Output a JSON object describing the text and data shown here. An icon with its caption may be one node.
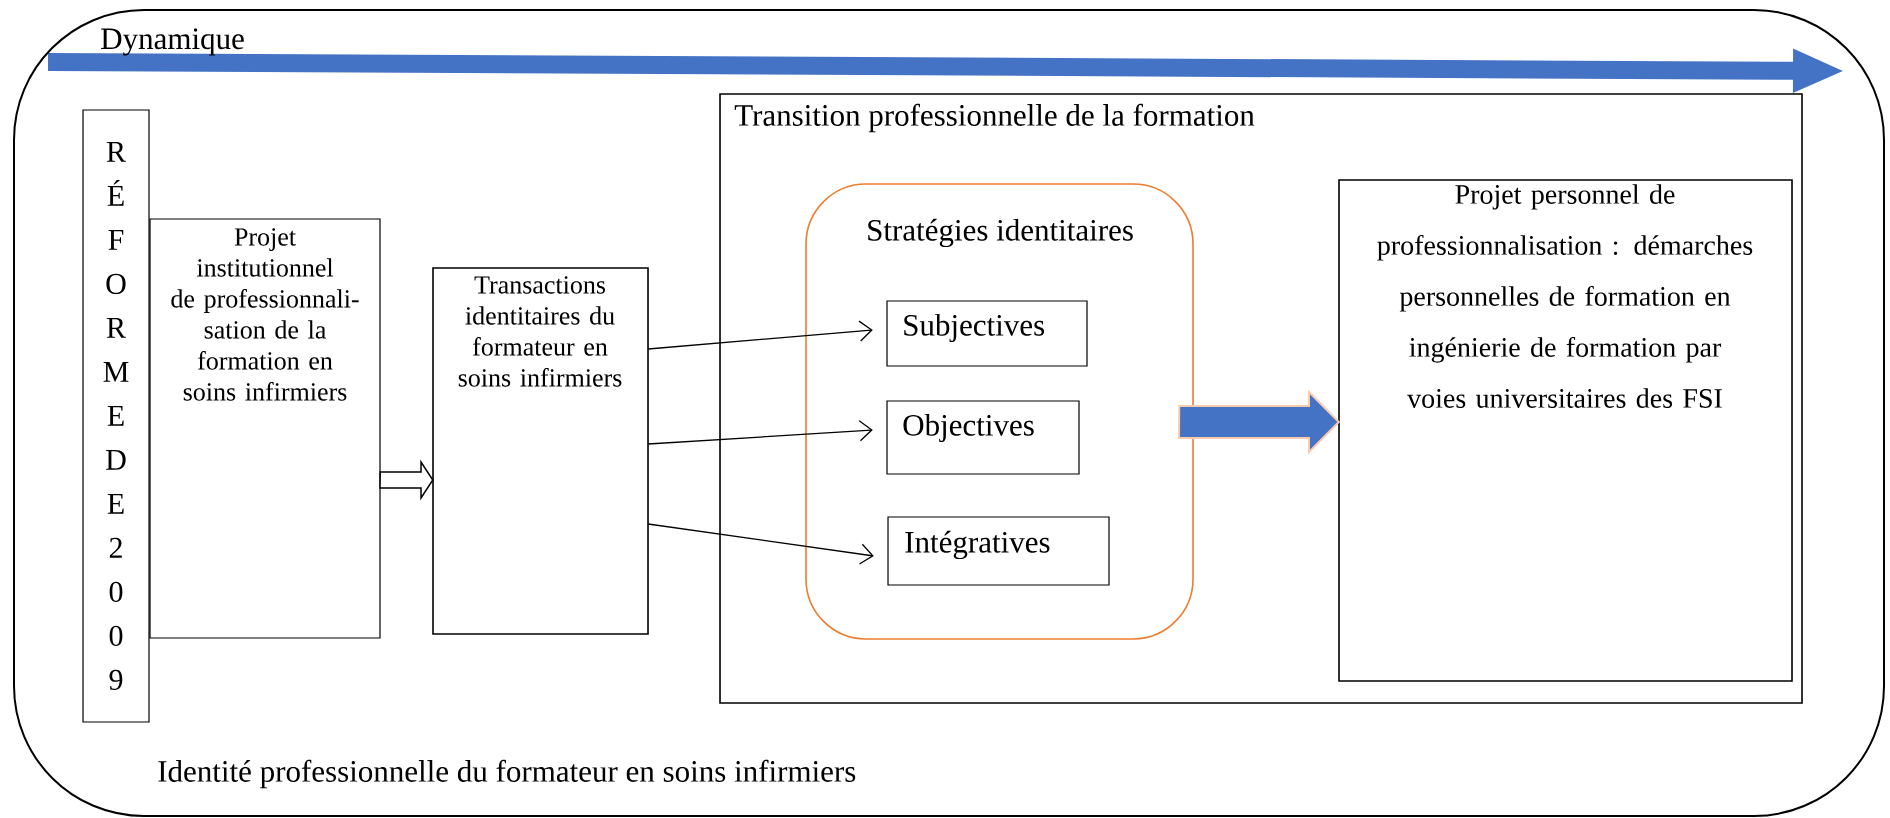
{
  "diagram": {
    "nodes": [
      {
        "text": [
          "Identité professionnelle du formateur en soins infirmiers"
        ]
      },
      {
        "text": [
          "R É F O R M E D E 2 0 0 9"
        ],
        "in": 0
      },
      {
        "text": [
          "Projet institutionnel de professionnali- sation de la formation en soins infirmiers"
        ],
        "in": 0
      },
      {
        "text": [
          "Transactions identitaires du formateur en soins infirmiers"
        ],
        "in": 0
      },
      {
        "text": [
          "Transition professionnelle de la formation"
        ],
        "in": 0
      },
      {
        "text": [
          "Stratégies identitaires"
        ],
        "in": 4
      },
      {
        "text": [
          "Subjectives"
        ],
        "in": 5
      },
      {
        "text": [
          "Objectives"
        ],
        "in": 5
      },
      {
        "text": [
          "Intégratives"
        ],
        "in": 5
      },
      {
        "text": [
          "Projet personnel de professionnalisation : démarches personnelles de formation en ingénierie de formation par voies universitaires des FSI"
        ],
        "in": 4
      }
    ],
    "edges": [
      {
        "from": 2,
        "to": 3,
        "arrow": "to",
        "style": "thick"
      },
      {
        "from": 3,
        "to": 6,
        "arrow": "to"
      },
      {
        "from": 3,
        "to": 7,
        "arrow": "to"
      },
      {
        "from": 3,
        "to": 8,
        "arrow": "to"
      },
      {
        "from": 5,
        "to": 9,
        "arrow": "to",
        "style": "thick",
        "color": "#4472c4"
      }
    ],
    "labels": [
      "Dynamique"
    ]
  }
}
